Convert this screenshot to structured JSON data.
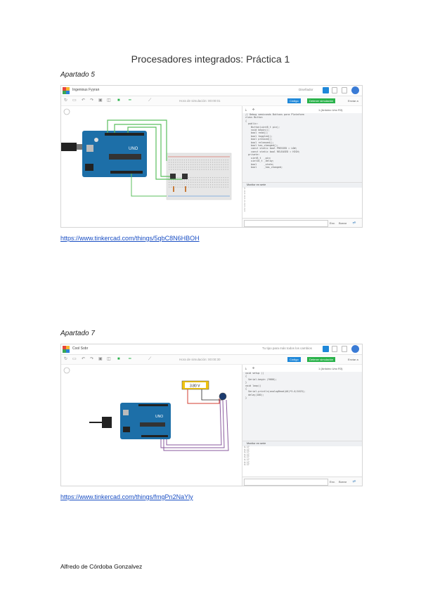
{
  "title": "Procesadores integrados: Práctica 1",
  "sections": [
    {
      "heading": "Apartado 5",
      "link": "https://www.tinkercad.com/things/5qbC8N6HBOH",
      "screenshot": {
        "project_name": "Ingenious Fyyran",
        "top_right_label": "Diseñador",
        "sim_time": "Hora de simulación: 00:00:01",
        "code_button": "Código",
        "sim_button": "Detener simulación",
        "share_button": "Enviar a",
        "code_header": "1 (Arduino Uno R3)",
        "serial_header": "Monitor en serie",
        "serial_lines": [
          "1",
          "1",
          "1",
          "1",
          "1",
          "1",
          "1",
          "1",
          "1",
          "1"
        ],
        "serial_send": "Env.",
        "serial_clear": "Borrar",
        "code_lines": [
          "// Debug semiconds Buttons para Plataform",
          "class Button",
          "{",
          "  public:",
          "    Button(uint8_t pin);",
          "    void begin();",
          "    bool read();",
          "    bool toggled();",
          "    bool pressed();",
          "    bool released();",
          "    bool has_changed();",
          "",
          "    const static bool PRESSED = LOW;",
          "    const static bool RELEASED = HIGH;",
          "",
          "  private:",
          "    uint8_t  _pin;",
          "    uint16_t _delay;",
          "    bool     _state;",
          "    bool     _has_changed;"
        ]
      }
    },
    {
      "heading": "Apartado 7",
      "link": "https://www.tinkercad.com/things/fmgPn2NaYly",
      "screenshot": {
        "project_name": "Cool Sobr",
        "top_right_label": "Tu tipo para más todos los cambios",
        "sim_time": "Hora de simulación: 00:00:30",
        "code_button": "Código",
        "sim_button": "Detener simulación",
        "share_button": "Enviar a",
        "code_header": "1 (Arduino Uno R3)",
        "voltmeter": "3.80 V",
        "serial_header": "Monitor en serie",
        "serial_lines": [
          "4.17",
          "4.17",
          "4.17",
          "4.17",
          "4.17",
          "4.17",
          "4.17",
          "4.17"
        ],
        "serial_send": "Env.",
        "serial_clear": "Borrar",
        "code_lines": [
          "void setup ()",
          "{",
          "  Serial.begin (9600);",
          "}",
          "",
          "void loop()",
          "{",
          "  Serial.println(analogRead(A0)*5.0/1023);",
          "  delay(100);",
          "}"
        ]
      }
    }
  ],
  "author": "Alfredo de Córdoba Gonzalvez",
  "colors": {
    "link": "#1a4fc4",
    "arduino": "#1d6fa8",
    "tinkercad_blue": "#1f88d9",
    "tinkercad_green": "#29b24a",
    "wire_green": "#5bbf5e",
    "wire_red": "#d33c2f",
    "wire_purple": "#8a5a9e"
  }
}
